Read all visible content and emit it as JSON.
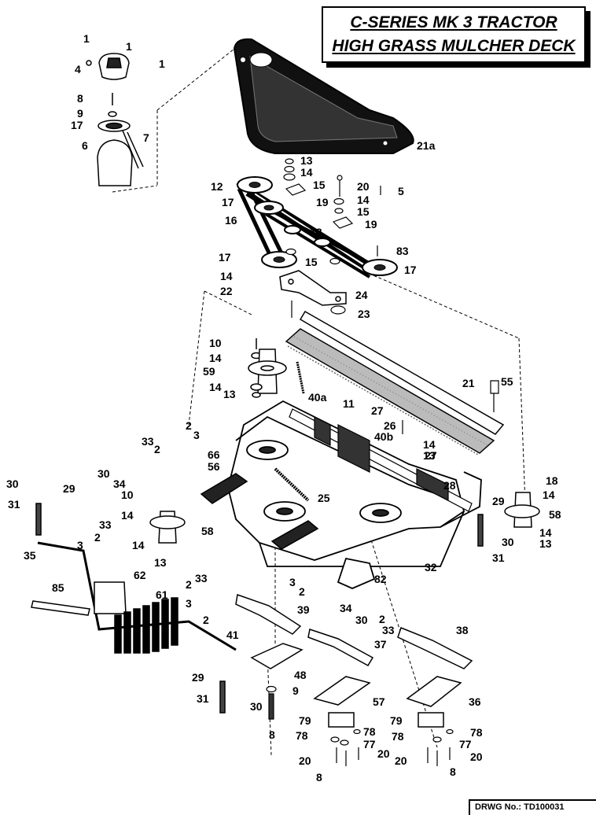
{
  "title": {
    "line1": "C-SERIES MK 3 TRACTOR",
    "line2": "HIGH GRASS MULCHER DECK"
  },
  "footer": "DRWG No.: TD100031",
  "callouts": [
    {
      "id": "c1a",
      "text": "1"
    },
    {
      "id": "c1b",
      "text": "1"
    },
    {
      "id": "c1c",
      "text": "1"
    },
    {
      "id": "c4",
      "text": "4"
    },
    {
      "id": "c8a",
      "text": "8"
    },
    {
      "id": "c9a",
      "text": "9"
    },
    {
      "id": "c17a",
      "text": "17"
    },
    {
      "id": "c7",
      "text": "7"
    },
    {
      "id": "c6",
      "text": "6"
    },
    {
      "id": "c21a",
      "text": "21a"
    },
    {
      "id": "c13a",
      "text": "13"
    },
    {
      "id": "c14a",
      "text": "14"
    },
    {
      "id": "c15a",
      "text": "15"
    },
    {
      "id": "c12",
      "text": "12"
    },
    {
      "id": "c20a",
      "text": "20"
    },
    {
      "id": "c5",
      "text": "5"
    },
    {
      "id": "c14b",
      "text": "14"
    },
    {
      "id": "c15b",
      "text": "15"
    },
    {
      "id": "c19a",
      "text": "19"
    },
    {
      "id": "c17b",
      "text": "17"
    },
    {
      "id": "c16",
      "text": "16"
    },
    {
      "id": "c19b",
      "text": "19"
    },
    {
      "id": "c18a",
      "text": "18"
    },
    {
      "id": "c83",
      "text": "83"
    },
    {
      "id": "c17c",
      "text": "17"
    },
    {
      "id": "c15c",
      "text": "15"
    },
    {
      "id": "c17d",
      "text": "17"
    },
    {
      "id": "c14c",
      "text": "14"
    },
    {
      "id": "c22",
      "text": "22"
    },
    {
      "id": "c24",
      "text": "24"
    },
    {
      "id": "c23",
      "text": "23"
    },
    {
      "id": "c10a",
      "text": "10"
    },
    {
      "id": "c14d",
      "text": "14"
    },
    {
      "id": "c59",
      "text": "59"
    },
    {
      "id": "c21",
      "text": "21"
    },
    {
      "id": "c14e",
      "text": "14"
    },
    {
      "id": "c13b",
      "text": "13"
    },
    {
      "id": "c40a",
      "text": "40a"
    },
    {
      "id": "c55",
      "text": "55"
    },
    {
      "id": "c11",
      "text": "11"
    },
    {
      "id": "c27a",
      "text": "27"
    },
    {
      "id": "c26",
      "text": "26"
    },
    {
      "id": "c2a",
      "text": "2"
    },
    {
      "id": "c3a",
      "text": "3"
    },
    {
      "id": "c33a",
      "text": "33"
    },
    {
      "id": "c2b",
      "text": "2"
    },
    {
      "id": "c40b",
      "text": "40b"
    },
    {
      "id": "c14f",
      "text": "14"
    },
    {
      "id": "c13c",
      "text": "13"
    },
    {
      "id": "c66",
      "text": "66"
    },
    {
      "id": "c56",
      "text": "56"
    },
    {
      "id": "c30a",
      "text": "30"
    },
    {
      "id": "c34a",
      "text": "34"
    },
    {
      "id": "c27b",
      "text": "27"
    },
    {
      "id": "c30b",
      "text": "30"
    },
    {
      "id": "c29a",
      "text": "29"
    },
    {
      "id": "c10b",
      "text": "10"
    },
    {
      "id": "c25",
      "text": "25"
    },
    {
      "id": "c28",
      "text": "28"
    },
    {
      "id": "c18b",
      "text": "18"
    },
    {
      "id": "c14g",
      "text": "14"
    },
    {
      "id": "c31a",
      "text": "31"
    },
    {
      "id": "c14h",
      "text": "14"
    },
    {
      "id": "c29b",
      "text": "29"
    },
    {
      "id": "c58a",
      "text": "58"
    },
    {
      "id": "c33b",
      "text": "33"
    },
    {
      "id": "c2c",
      "text": "2"
    },
    {
      "id": "c58b",
      "text": "58"
    },
    {
      "id": "c3b",
      "text": "3"
    },
    {
      "id": "c14i",
      "text": "14"
    },
    {
      "id": "c30c",
      "text": "30"
    },
    {
      "id": "c14j",
      "text": "14"
    },
    {
      "id": "c13d",
      "text": "13"
    },
    {
      "id": "c35",
      "text": "35"
    },
    {
      "id": "c13e",
      "text": "13"
    },
    {
      "id": "c31b",
      "text": "31"
    },
    {
      "id": "c32",
      "text": "32"
    },
    {
      "id": "c3c",
      "text": "3"
    },
    {
      "id": "c2d",
      "text": "2"
    },
    {
      "id": "c82",
      "text": "82"
    },
    {
      "id": "c62",
      "text": "62"
    },
    {
      "id": "c33c",
      "text": "33"
    },
    {
      "id": "c85",
      "text": "85"
    },
    {
      "id": "c2e",
      "text": "2"
    },
    {
      "id": "c61",
      "text": "61"
    },
    {
      "id": "c34b",
      "text": "34"
    },
    {
      "id": "c39",
      "text": "39"
    },
    {
      "id": "c3d",
      "text": "3"
    },
    {
      "id": "c30d",
      "text": "30"
    },
    {
      "id": "c2f",
      "text": "2"
    },
    {
      "id": "c33d",
      "text": "33"
    },
    {
      "id": "c2g",
      "text": "2"
    },
    {
      "id": "c38",
      "text": "38"
    },
    {
      "id": "c41",
      "text": "41"
    },
    {
      "id": "c37",
      "text": "37"
    },
    {
      "id": "c48",
      "text": "48"
    },
    {
      "id": "c29c",
      "text": "29"
    },
    {
      "id": "c9b",
      "text": "9"
    },
    {
      "id": "c31c",
      "text": "31"
    },
    {
      "id": "c30e",
      "text": "30"
    },
    {
      "id": "c57",
      "text": "57"
    },
    {
      "id": "c36",
      "text": "36"
    },
    {
      "id": "c8b",
      "text": "8"
    },
    {
      "id": "c79a",
      "text": "79"
    },
    {
      "id": "c79b",
      "text": "79"
    },
    {
      "id": "c78a",
      "text": "78"
    },
    {
      "id": "c78b",
      "text": "78"
    },
    {
      "id": "c78c",
      "text": "78"
    },
    {
      "id": "c78d",
      "text": "78"
    },
    {
      "id": "c77a",
      "text": "77"
    },
    {
      "id": "c77b",
      "text": "77"
    },
    {
      "id": "c20b",
      "text": "20"
    },
    {
      "id": "c20c",
      "text": "20"
    },
    {
      "id": "c20d",
      "text": "20"
    },
    {
      "id": "c20e",
      "text": "20"
    },
    {
      "id": "c8c",
      "text": "8"
    },
    {
      "id": "c8d",
      "text": "8"
    }
  ]
}
